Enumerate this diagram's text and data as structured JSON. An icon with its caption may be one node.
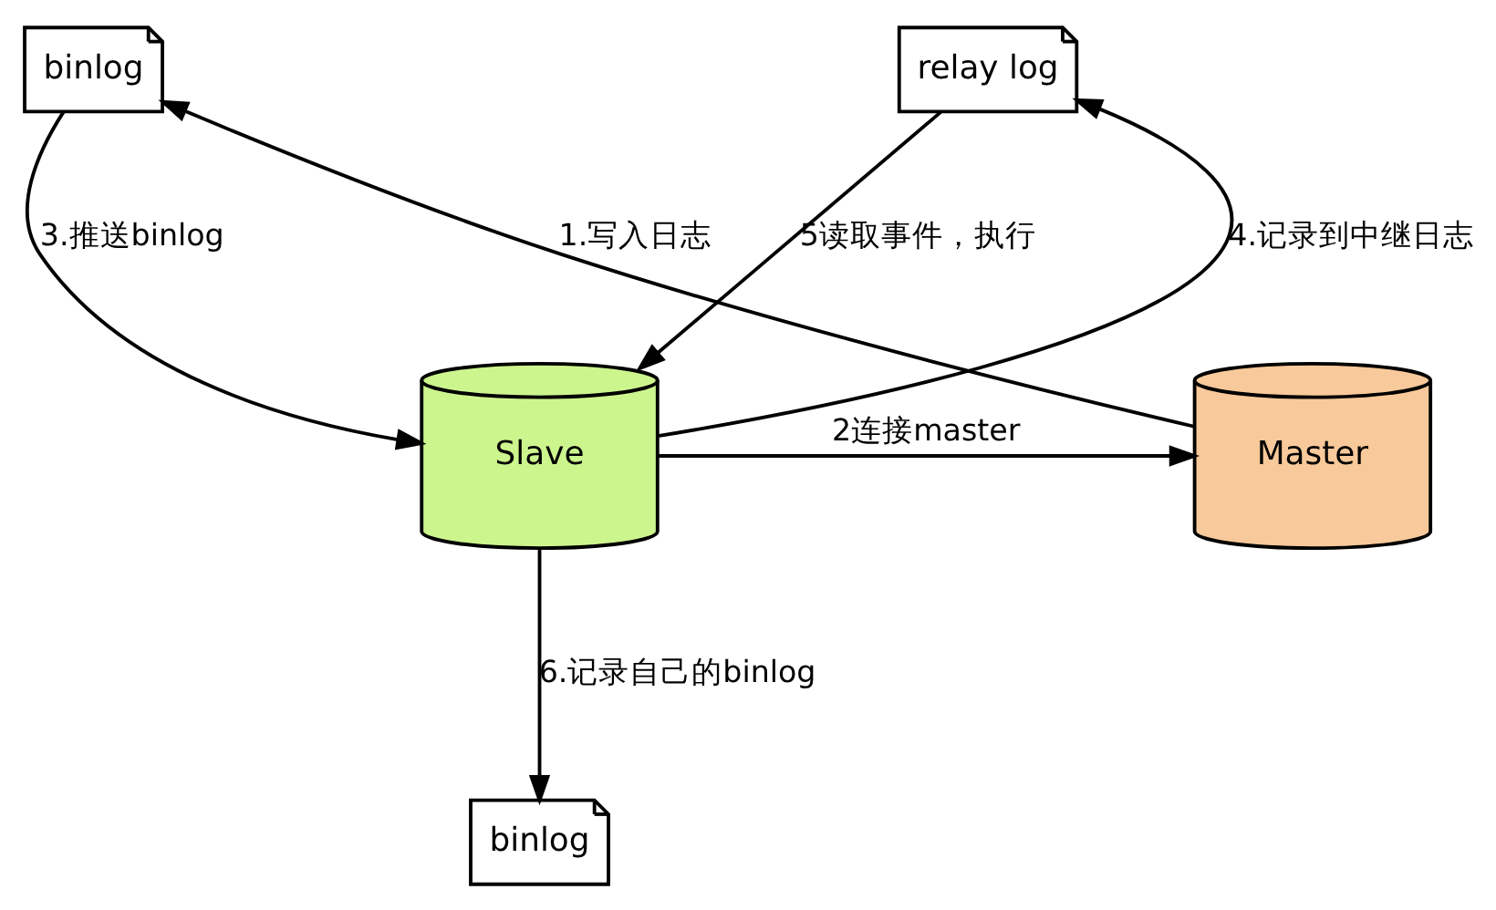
{
  "diagram": {
    "nodes": [
      {
        "text": [
          "binlog"
        ]
      },
      {
        "text": [
          "relay log"
        ]
      },
      {
        "text": [
          "Master"
        ]
      },
      {
        "text": [
          "Slave"
        ]
      },
      {
        "text": [
          "binlog"
        ]
      }
    ],
    "edges": [
      {
        "from": 2,
        "to": 0,
        "arrow": "to",
        "label": "1.写入日志"
      },
      {
        "from": 3,
        "to": 2,
        "arrow": "to",
        "label": "2连接master"
      },
      {
        "from": 0,
        "to": 3,
        "arrow": "to",
        "label": "3.推送binlog"
      },
      {
        "from": 3,
        "to": 1,
        "arrow": "to",
        "label": "4.记录到中继日志"
      },
      {
        "from": 1,
        "to": 3,
        "arrow": "to",
        "label": "5读取事件，执行"
      },
      {
        "from": 3,
        "to": 4,
        "arrow": "to",
        "label": "6.记录自己的binlog"
      }
    ]
  }
}
